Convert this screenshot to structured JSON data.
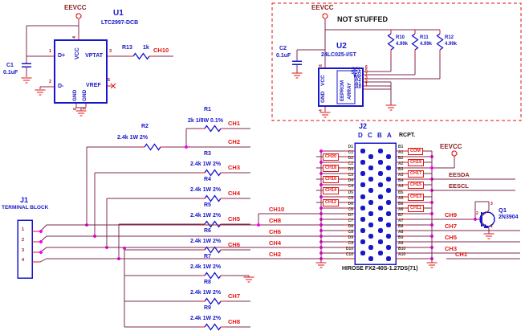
{
  "colors": {
    "wire": "#7c2950",
    "blue": "#1717c9",
    "red": "#e31212",
    "magenta": "#ff00ff",
    "maroon": "#8b2121",
    "dark": "#3a3a3a",
    "black": "#111111"
  },
  "power": {
    "eevcc": "EEVCC"
  },
  "not_stuffed": "NOT STUFFED",
  "u1": {
    "refdes": "U1",
    "part": "LTC2997-DCB",
    "pins": {
      "dplus": "D+",
      "dminus": "D-",
      "vptat": "VPTAT",
      "vref": "VREF",
      "vcc": "VCC",
      "gnd": "GND"
    },
    "pin_numbers": {
      "dplus": "1",
      "dminus": "2",
      "vptat": "3",
      "vref": "5",
      "vcc": "4",
      "gnd1": "6",
      "gnd2": "7"
    }
  },
  "c1": {
    "refdes": "C1",
    "value": "0.1uF"
  },
  "c2": {
    "refdes": "C2",
    "value": "0.1uF"
  },
  "r13": {
    "refdes": "R13",
    "value": "1k",
    "net": "CH10"
  },
  "u2": {
    "refdes": "U2",
    "part": "24LC025-I/ST",
    "inner1": "EEPROM",
    "inner2": "ARRAY",
    "pins_left": {
      "vcc": "VCC",
      "gnd": "GND"
    },
    "pins_right": [
      "SCL",
      "SDA",
      "WP",
      "A2",
      "A1",
      "A0"
    ],
    "pin_numbers_right": [
      "6",
      "5",
      "7",
      "3",
      "2",
      "1"
    ],
    "pin_num_top": "8",
    "pin_num_bottom": "4"
  },
  "pullups": [
    {
      "refdes": "R10",
      "value": "4.99k"
    },
    {
      "refdes": "R11",
      "value": "4.99k"
    },
    {
      "refdes": "R12",
      "value": "4.99k"
    }
  ],
  "resistors": [
    {
      "refdes": "R1",
      "value": "2k 1/8W 0.1%",
      "net": "CH1"
    },
    {
      "refdes": "R2",
      "value": "2.4k 1W 2%",
      "net": "CH2"
    },
    {
      "refdes": "R3",
      "value": "2.4k 1W 2%",
      "net": "CH3"
    },
    {
      "refdes": "R4",
      "value": "2.4k 1W 2%",
      "net": "CH4"
    },
    {
      "refdes": "R5",
      "value": "2.4k 1W 2%",
      "net": "CH5"
    },
    {
      "refdes": "R6",
      "value": "2.4k 1W 2%",
      "net": "CH6"
    },
    {
      "refdes": "R7",
      "value": "2.4k 1W 2%",
      "net": ""
    },
    {
      "refdes": "R8",
      "value": "2.4k 1W 2%",
      "net": "CH7"
    },
    {
      "refdes": "R9",
      "value": "2.4k 1W 2%",
      "net": "CH8"
    }
  ],
  "j1": {
    "refdes": "J1",
    "label": "TERMINAL BLOCK",
    "pins": [
      "1",
      "2",
      "3",
      "4"
    ]
  },
  "j2": {
    "refdes": "J2",
    "type_label": "RCPT.",
    "part": "HIROSE  FX2-40S-1.27DS(71)",
    "columns": [
      "D",
      "C",
      "B",
      "A"
    ],
    "pins_left": [
      "D1",
      "C1",
      "D2",
      "C2",
      "D3",
      "C3",
      "D4",
      "C4",
      "D5",
      "C5",
      "D6",
      "C6",
      "D7",
      "C7",
      "D8",
      "C8",
      "D9",
      "C9",
      "D10",
      "C10"
    ],
    "pins_right": [
      "B1",
      "A1",
      "B2",
      "A2",
      "B3",
      "A3",
      "B4",
      "A4",
      "B5",
      "A5",
      "B6",
      "A6",
      "B7",
      "A7",
      "B8",
      "A8",
      "B9",
      "A9",
      "B10",
      "A10"
    ],
    "boxed_nets_left": [
      "CH20",
      "CH18",
      "CH16",
      "CH14",
      "CH12"
    ],
    "nets_left": [
      "CH10",
      "CH8",
      "CH6",
      "CH4",
      "CH2"
    ],
    "boxed_nets_right": [
      "COM",
      "CH19",
      "CH17",
      "CH15",
      "CH13",
      "CH11"
    ],
    "nets_right": [
      "CH9",
      "CH7",
      "CH5",
      "CH3",
      "CH1"
    ]
  },
  "bus": {
    "eesda": "EESDA",
    "eescl": "EESCL"
  },
  "q1": {
    "refdes": "Q1",
    "part": "2N3904",
    "pin_numbers": {
      "base": "2",
      "collector": "3",
      "emitter": "1"
    }
  }
}
